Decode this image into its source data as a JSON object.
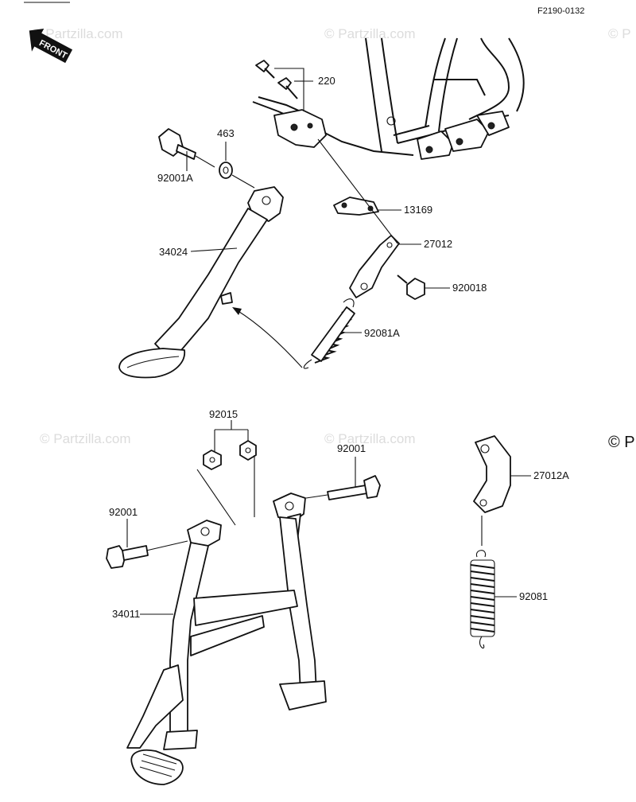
{
  "diagram": {
    "ref_code": "F2190-0132",
    "front_label": "FRONT",
    "watermark_text": "© Partzilla.com",
    "watermark_partial": "© P",
    "parts": {
      "p220": "220",
      "p463": "463",
      "p92001A": "92001A",
      "p13169": "13169",
      "p34024": "34024",
      "p27012": "27012",
      "p920018": "920018",
      "p92081A": "92081A",
      "p92015": "92015",
      "p92001_right": "92001",
      "p92001_left": "92001",
      "p27012A": "27012A",
      "p34011": "34011",
      "p92081": "92081"
    }
  }
}
